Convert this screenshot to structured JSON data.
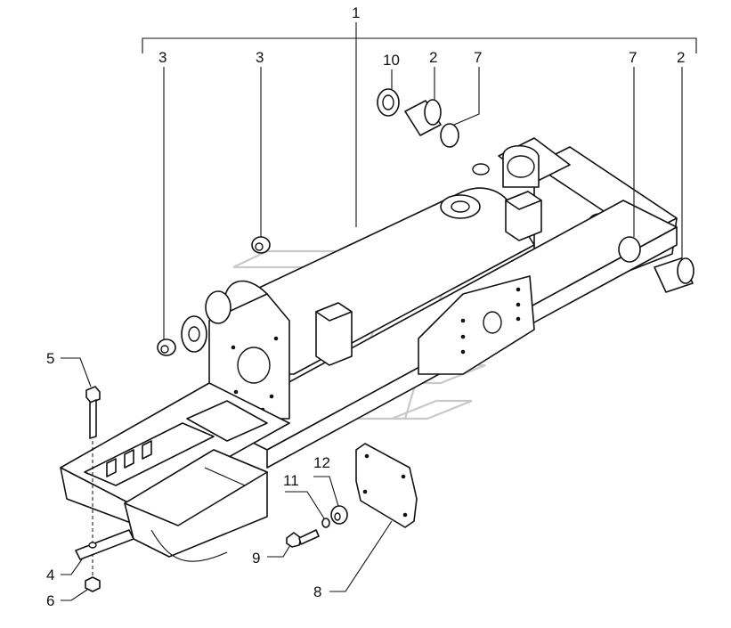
{
  "callouts": [
    {
      "id": "c1",
      "label": "1"
    },
    {
      "id": "c3a",
      "label": "3"
    },
    {
      "id": "c3b",
      "label": "3"
    },
    {
      "id": "c10",
      "label": "10"
    },
    {
      "id": "c2a",
      "label": "2"
    },
    {
      "id": "c7a",
      "label": "7"
    },
    {
      "id": "c7b",
      "label": "7"
    },
    {
      "id": "c2b",
      "label": "2"
    },
    {
      "id": "c5",
      "label": "5"
    },
    {
      "id": "c4",
      "label": "4"
    },
    {
      "id": "c6",
      "label": "6"
    },
    {
      "id": "c12",
      "label": "12"
    },
    {
      "id": "c11",
      "label": "11"
    },
    {
      "id": "c9",
      "label": "9"
    },
    {
      "id": "c8",
      "label": "8"
    }
  ]
}
